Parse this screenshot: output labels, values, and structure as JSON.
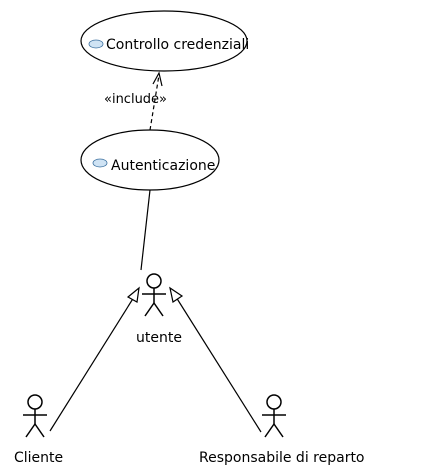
{
  "use_cases": {
    "controllo_credenziali": {
      "label": "Controllo credenziali"
    },
    "autenticazione": {
      "label": "Autenticazione"
    }
  },
  "actors": {
    "utente": {
      "label": "utente"
    },
    "cliente": {
      "label": "Cliente"
    },
    "responsabile": {
      "label": "Responsabile di reparto"
    }
  },
  "relations": {
    "include_label": "«include»"
  }
}
